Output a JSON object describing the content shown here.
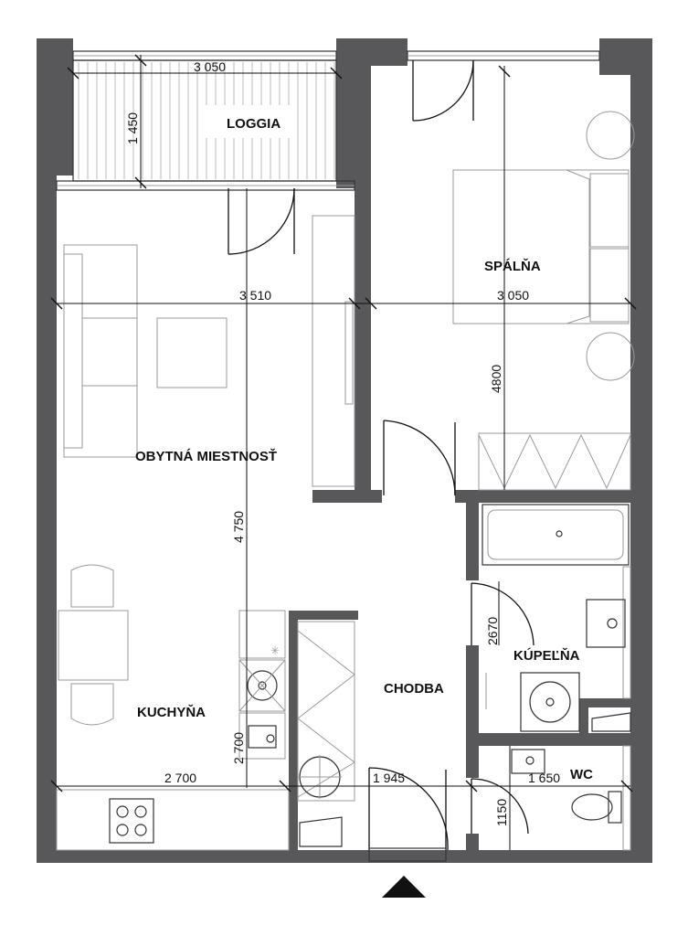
{
  "rooms": {
    "loggia": "LOGGIA",
    "spalna": "SPÁLŇA",
    "obytna": "OBYTNÁ MIESTNOSŤ",
    "kuchyna": "KUCHYŇA",
    "chodba": "CHODBA",
    "kupelna": "KÚPEĽŇA",
    "wc": "WC"
  },
  "dimensions": {
    "loggia_width": "3 050",
    "loggia_depth": "1 450",
    "living_width": "3 510",
    "bedroom_width": "3 050",
    "bedroom_length": "4800",
    "living_length": "4 750",
    "kitchen_width": "2 700",
    "kitchen_length": "2 700",
    "hall_width": "1 945",
    "bathroom_length": "2670",
    "wc_width": "1 650",
    "wc_length": "1150"
  },
  "entrance_marker": "entrance-arrow"
}
